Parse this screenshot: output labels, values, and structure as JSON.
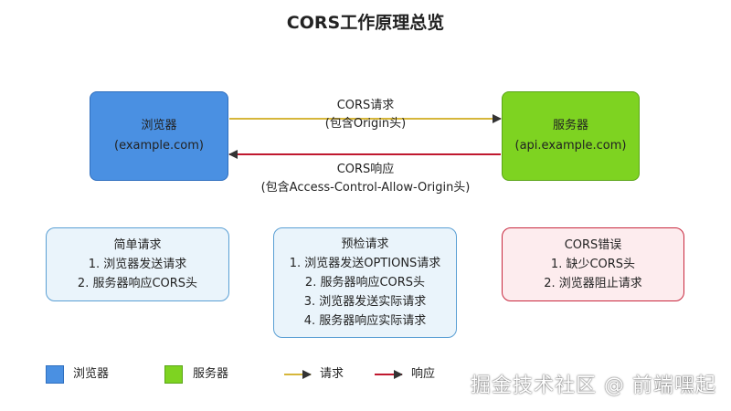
{
  "title": "CORS工作原理总览",
  "colors": {
    "browser": "#4a90e2",
    "server": "#7ed321",
    "request_line": "#d6b63a",
    "response_line": "#c0182f",
    "info_fill": "#eaf4fb",
    "info_border": "#5a9fd4",
    "error_fill": "#fdecee",
    "error_border": "#c8283e"
  },
  "nodes": {
    "browser": {
      "name": "浏览器",
      "host": "(example.com)"
    },
    "server": {
      "name": "服务器",
      "host": "(api.example.com)"
    }
  },
  "edges": {
    "request": {
      "label": "CORS请求",
      "detail": "(包含Origin头)"
    },
    "response": {
      "label": "CORS响应",
      "detail": "(包含Access-Control-Allow-Origin头)"
    }
  },
  "cards": {
    "simple": {
      "title": "简单请求",
      "lines": [
        "1. 浏览器发送请求",
        "2. 服务器响应CORS头"
      ]
    },
    "preflight": {
      "title": "预检请求",
      "lines": [
        "1. 浏览器发送OPTIONS请求",
        "2. 服务器响应CORS头",
        "3. 浏览器发送实际请求",
        "4. 服务器响应实际请求"
      ]
    },
    "error": {
      "title": "CORS错误",
      "lines": [
        "1. 缺少CORS头",
        "2. 浏览器阻止请求"
      ]
    }
  },
  "legend": {
    "browser": "浏览器",
    "server": "服务器",
    "request": "请求",
    "response": "响应"
  },
  "watermark": "掘金技术社区 @ 前端嘿起"
}
